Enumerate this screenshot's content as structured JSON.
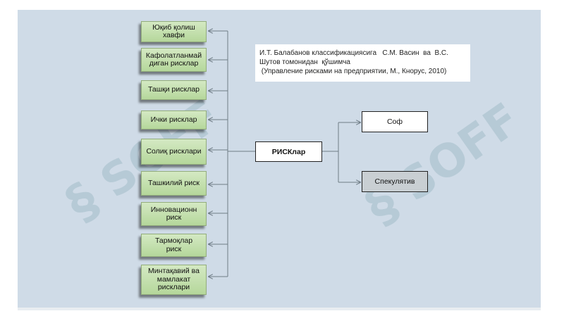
{
  "diagram": {
    "center_node": "РИСКлар",
    "left_nodes": [
      "Юқиб қолиш\nхавфи",
      "Кафолатланмай\nдиган  рисклар",
      "Ташқи  рисклар",
      "Ички рисклар",
      "Солиқ рисклари",
      "Ташкилий  риск",
      "Инновационн\nриск",
      "Тармоқлар\nриск",
      "Минтақавий ва\nмамлакат\nрисклари"
    ],
    "right_nodes": [
      {
        "label": "Соф",
        "fill": "#ffffff"
      },
      {
        "label": "Спекулятив",
        "fill": "#c9cfd3"
      }
    ],
    "note_lines": [
      "И.Т. Балабанов классификациясига   С.М. Васин  ва  В.С.",
      "Шутов томонидан  қўшимча",
      " (Управление рисками на предприятии, М., Кнорус, 2010)"
    ],
    "watermark": "SOFF"
  },
  "colors": {
    "slide_bg": "#cfdbe7",
    "left_node_fill": "#b5d79b",
    "connector": "#6f7c86"
  }
}
